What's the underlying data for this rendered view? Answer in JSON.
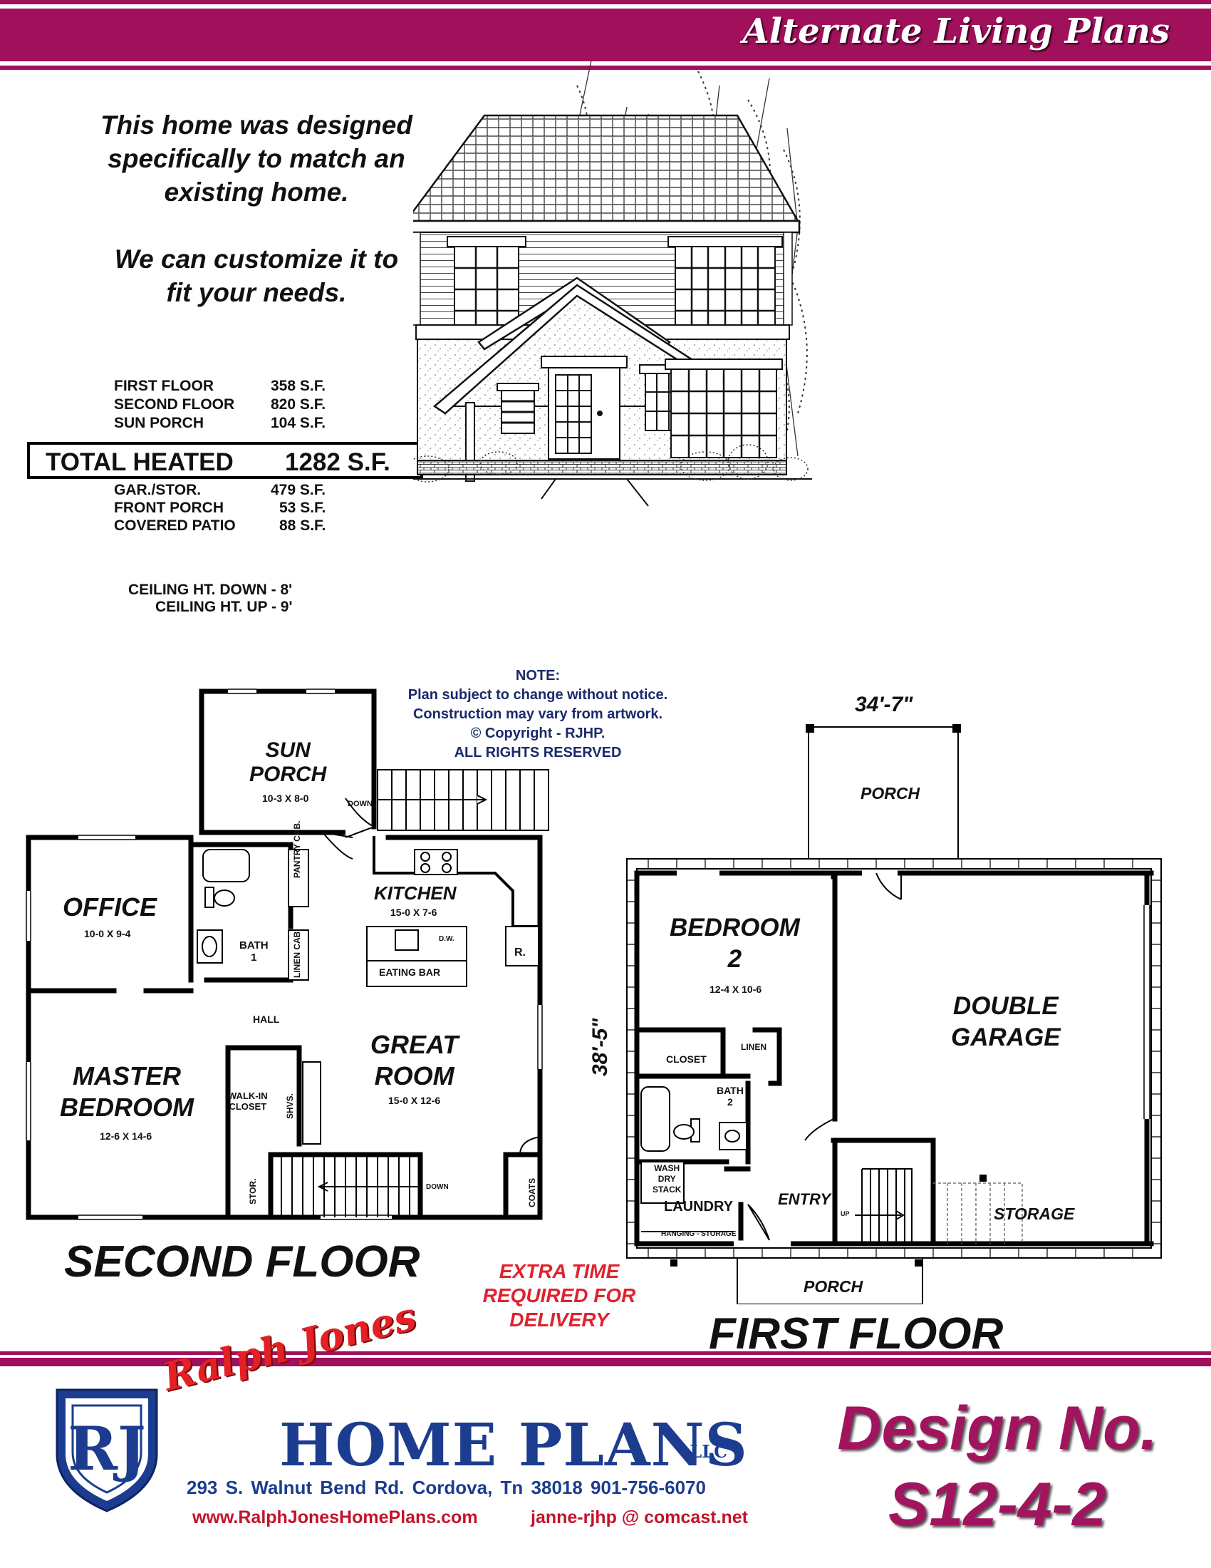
{
  "header": {
    "title": "Alternate Living Plans",
    "band_color": "#a0105b"
  },
  "intro": {
    "line1": "This home was designed",
    "line2": "specifically to match an",
    "line3": "existing home.",
    "line4": "We can customize it to",
    "line5": "fit your needs."
  },
  "areas": {
    "first_floor": {
      "label": "FIRST FLOOR",
      "value": "358 S.F."
    },
    "second_floor": {
      "label": "SECOND FLOOR",
      "value": "820 S.F."
    },
    "sun_porch": {
      "label": "SUN PORCH",
      "value": "104 S.F."
    },
    "total_label": "TOTAL HEATED",
    "total_value": "1282 S.F.",
    "garage": {
      "label": "GAR./STOR.",
      "value": "479 S.F."
    },
    "front_porch": {
      "label": "FRONT PORCH",
      "value": "53 S.F."
    },
    "covered_patio": {
      "label": "COVERED PATIO",
      "value": "88 S.F."
    },
    "ceiling_down": "CEILING HT. DOWN  -  8'",
    "ceiling_up": "CEILING HT. UP  -  9'"
  },
  "note": {
    "title": "NOTE:",
    "line1": "Plan subject to change without notice.",
    "line2": "Construction may vary from artwork.",
    "line3": "© Copyright - RJHP.",
    "line4": "ALL RIGHTS RESERVED"
  },
  "second_floor": {
    "title": "SECOND FLOOR",
    "sun_porch": {
      "name1": "SUN",
      "name2": "PORCH",
      "dim": "10-3 X 8-0"
    },
    "office": {
      "name": "OFFICE",
      "dim": "10-0 X 9-4"
    },
    "bath": {
      "name1": "BATH",
      "name2": "1"
    },
    "kitchen": {
      "name": "KITCHEN",
      "dim": "15-0 X 7-6"
    },
    "great_room": {
      "name1": "GREAT",
      "name2": "ROOM",
      "dim": "15-0 X 12-6"
    },
    "master": {
      "name1": "MASTER",
      "name2": "BEDROOM",
      "dim": "12-6 X 14-6"
    },
    "labels": {
      "hall": "HALL",
      "walkin1": "WALK-IN",
      "walkin2": "CLOSET",
      "shvs": "SHVS.",
      "pantry": "PANTRY CAB.",
      "linen": "LINEN CAB.",
      "eating_bar": "EATING BAR",
      "dw": "D.W.",
      "ref": "R.",
      "stor": "STOR.",
      "coats": "COATS",
      "down": "DOWN"
    }
  },
  "first_floor": {
    "title": "FIRST  FLOOR",
    "width_dim": "34'-7\"",
    "depth_dim": "38'-5\"",
    "porch_top": "PORCH",
    "porch_bottom": "PORCH",
    "bedroom2": {
      "name1": "BEDROOM",
      "name2": "2",
      "dim": "12-4 X 10-6"
    },
    "garage": {
      "name1": "DOUBLE",
      "name2": "GARAGE"
    },
    "bath2": {
      "name1": "BATH",
      "name2": "2"
    },
    "labels": {
      "closet": "CLOSET",
      "linen": "LINEN",
      "wash1": "WASH",
      "wash2": "DRY",
      "wash3": "STACK",
      "laundry": "LAUNDRY",
      "hanging": "HANGING - STORAGE",
      "entry": "ENTRY",
      "storage": "STORAGE",
      "up": "UP"
    }
  },
  "extra": {
    "line1": "EXTRA TIME",
    "line2": "REQUIRED FOR",
    "line3": "DELIVERY"
  },
  "footer": {
    "logo_letters": "RJ",
    "brand_script": "Ralph Jones",
    "brand_main": "HOME PLANS",
    "brand_suffix": ",LLC",
    "address": "293 S. Walnut Bend Rd.   Cordova, Tn  38018    901-756-6070",
    "website": "www.RalphJonesHomePlans.com",
    "email": "janne-rjhp @ comcast.net",
    "design_label": "Design  No.",
    "design_number": "S12-4-2"
  }
}
